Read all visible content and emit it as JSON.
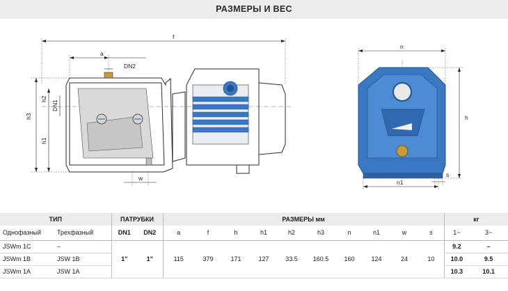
{
  "header": {
    "title": "РАЗМЕРЫ И ВЕС"
  },
  "drawing": {
    "labels": {
      "f": "f",
      "a": "a",
      "dn2": "DN2",
      "dn1": "DN1",
      "h2": "h2",
      "h3": "h3",
      "h1": "h1",
      "w": "w",
      "n": "n",
      "h": "h",
      "s": "s",
      "n1": "n1"
    },
    "colors": {
      "pump_body": "#3a78c4",
      "pump_dark": "#24528e",
      "brass": "#c99a3a"
    }
  },
  "table": {
    "groups": [
      "ТИП",
      "ПАТРУБКИ",
      "РАЗМЕРЫ мм",
      "кг"
    ],
    "subheaders": [
      "Однофазный",
      "Трехфазный",
      "DN1",
      "DN2",
      "a",
      "f",
      "h",
      "h1",
      "h2",
      "h3",
      "n",
      "n1",
      "w",
      "s",
      "1~",
      "3~"
    ],
    "rows": [
      {
        "single": "JSWm 1C",
        "three": "–",
        "kg1": "9.2",
        "kg3": "–"
      },
      {
        "single": "JSWm 1B",
        "three": "JSW 1B",
        "kg1": "10.0",
        "kg3": "9.5"
      },
      {
        "single": "JSWm 1A",
        "three": "JSW 1A",
        "kg1": "10.3",
        "kg3": "10.1"
      }
    ],
    "shared": {
      "dn1": "1\"",
      "dn2": "1\"",
      "a": "115",
      "f": "379",
      "h": "171",
      "h1": "127",
      "h2": "33.5",
      "h3": "160.5",
      "n": "160",
      "n1": "124",
      "w": "24",
      "s": "10"
    }
  }
}
